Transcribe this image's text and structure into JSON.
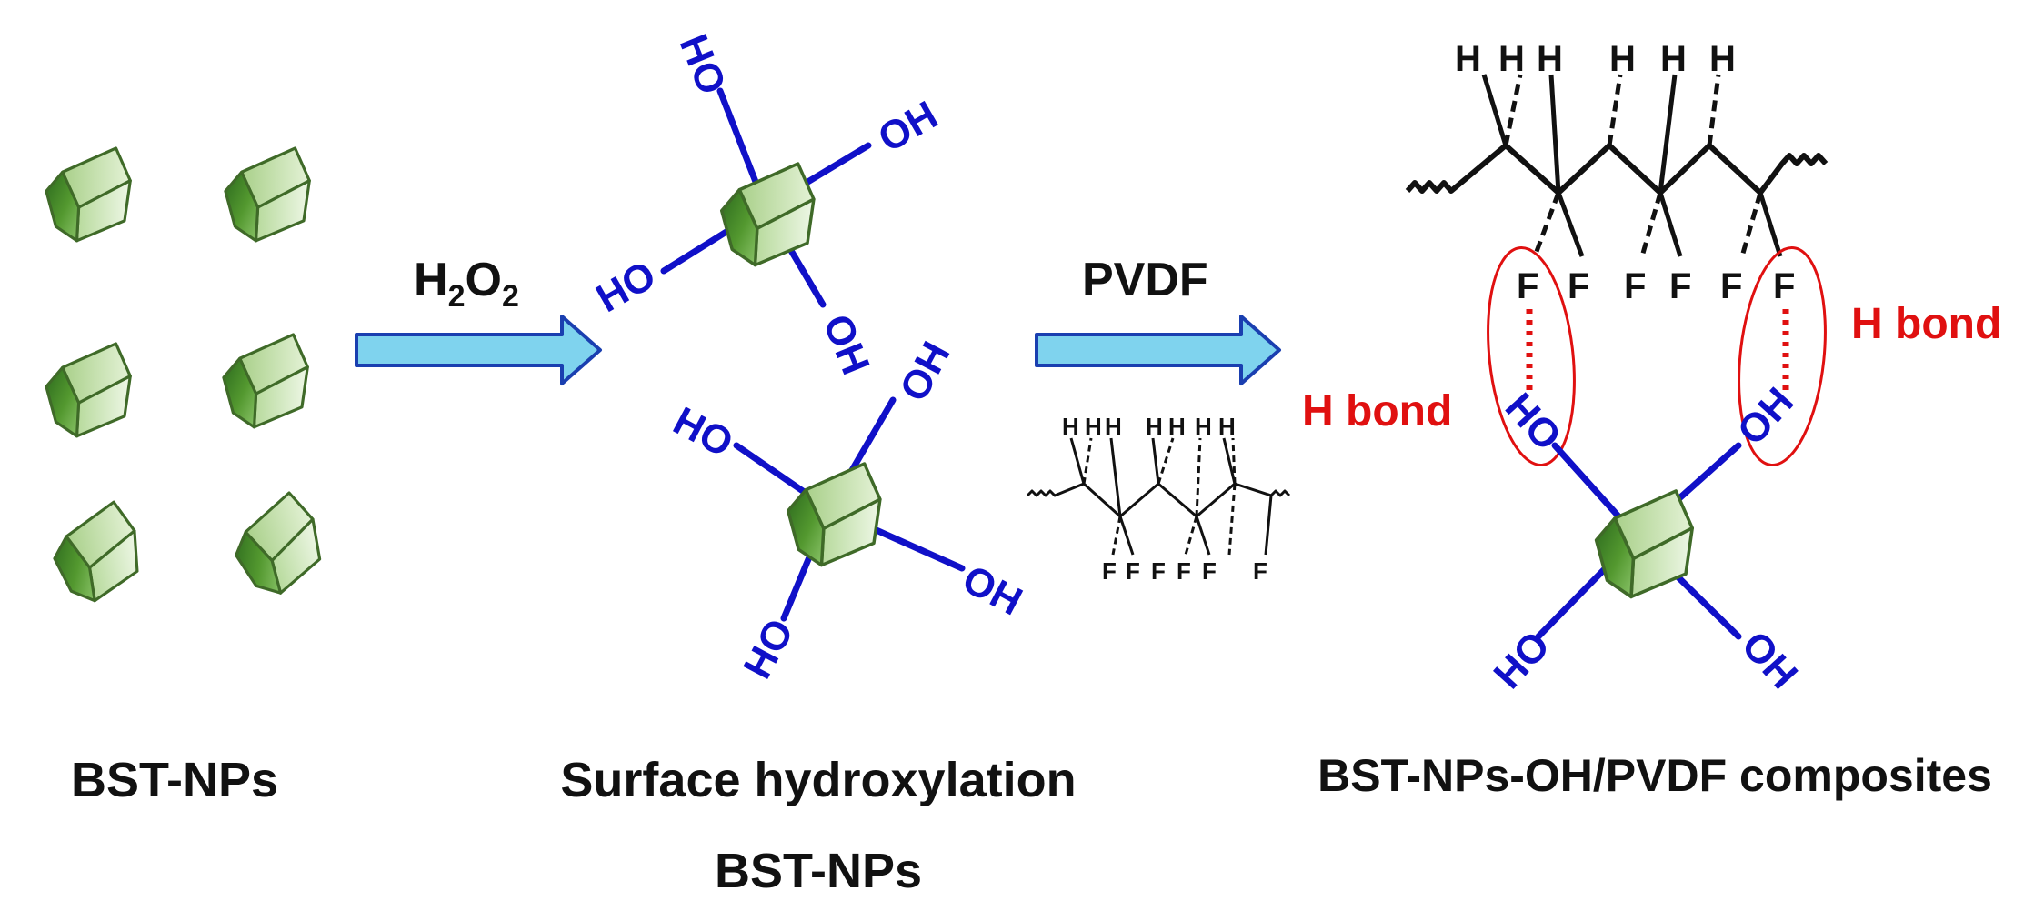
{
  "captions": {
    "left": "BST-NPs",
    "middle_line1": "Surface hydroxylation",
    "middle_line2": "BST-NPs",
    "right": "BST-NPs-OH/PVDF composites"
  },
  "reagents": {
    "step1_main": "H",
    "step1_sub1": "2",
    "step1_mid": "O",
    "step1_sub2": "2",
    "step2": "PVDF"
  },
  "labels": {
    "oh": "OH",
    "ho": "HO",
    "h": "H",
    "f": "F",
    "h_bond": "H bond"
  },
  "colors": {
    "cube_dark": "#2f6a1e",
    "cube_light": "#cfe5b4",
    "hydroxyl_blue": "#1010c8",
    "arrow_fill": "#7fd3ee",
    "arrow_stroke": "#1a3fb0",
    "hbond_red": "#e01010"
  }
}
